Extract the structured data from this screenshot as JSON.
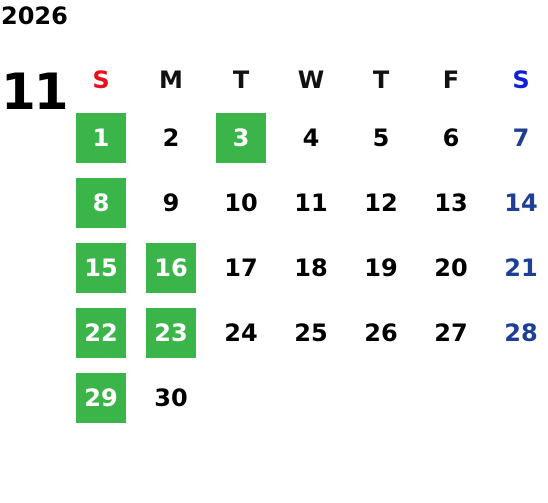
{
  "year": "2026",
  "month": "11",
  "colors": {
    "highlight": "#3bb44a",
    "sunday_header": "#e8101e",
    "saturday_header": "#1020d8",
    "saturday_day": "#1f3f96"
  },
  "weekdays": [
    "S",
    "M",
    "T",
    "W",
    "T",
    "F",
    "S"
  ],
  "weeks": [
    [
      "1",
      "2",
      "3",
      "4",
      "5",
      "6",
      "7"
    ],
    [
      "8",
      "9",
      "10",
      "11",
      "12",
      "13",
      "14"
    ],
    [
      "15",
      "16",
      "17",
      "18",
      "19",
      "20",
      "21"
    ],
    [
      "22",
      "23",
      "24",
      "25",
      "26",
      "27",
      "28"
    ],
    [
      "29",
      "30",
      "",
      "",
      "",
      "",
      ""
    ]
  ],
  "highlighted_days": [
    "1",
    "3",
    "8",
    "15",
    "16",
    "22",
    "23",
    "29"
  ]
}
